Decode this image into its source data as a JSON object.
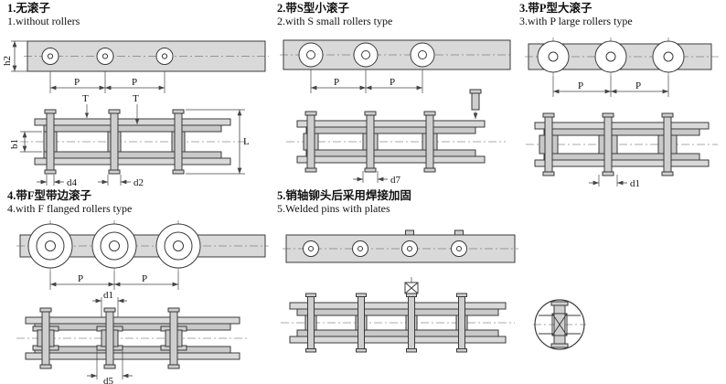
{
  "colors": {
    "line": "#3a3a3a",
    "dimline": "#444444",
    "plate": "#d9d9d9",
    "plate2": "#c9c9c9",
    "pin": "#cfcfcf",
    "bg": "#ffffff"
  },
  "sections": {
    "s1": {
      "title_cn": "1.无滚子",
      "title_en": "1.without rollers"
    },
    "s2": {
      "title_cn": "2.带S型小滚子",
      "title_en": "2.with S small rollers type"
    },
    "s3": {
      "title_cn": "3.带P型大滚子",
      "title_en": "3.with P large rollers type"
    },
    "s4": {
      "title_cn": "4.带F型带边滚子",
      "title_en": "4.with F flanged rollers type"
    },
    "s5": {
      "title_cn": "5.销轴铆头后采用焊接加固",
      "title_en": "5.Welded pins with plates"
    }
  },
  "dims": {
    "P": "P",
    "T": "T",
    "h2": "h2",
    "b1": "b1",
    "L": "L",
    "d1": "d1",
    "d2": "d2",
    "d4": "d4",
    "d5": "d5",
    "d7": "d7"
  }
}
